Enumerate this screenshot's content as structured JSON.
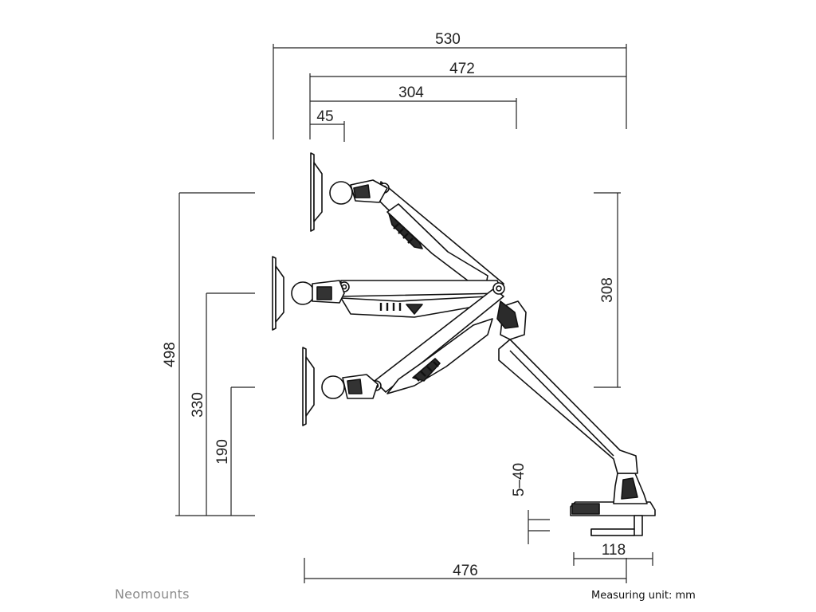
{
  "dimensions": {
    "d530": "530",
    "d472": "472",
    "d304": "304",
    "d45": "45",
    "d498": "498",
    "d330": "330",
    "d190": "190",
    "d308": "308",
    "d5_40": "5–40",
    "d118": "118",
    "d476": "476"
  },
  "brand": "Neomounts",
  "unit_note": "Measuring unit: mm",
  "colors": {
    "line": "#222222",
    "brand": "#8a8a8a"
  }
}
